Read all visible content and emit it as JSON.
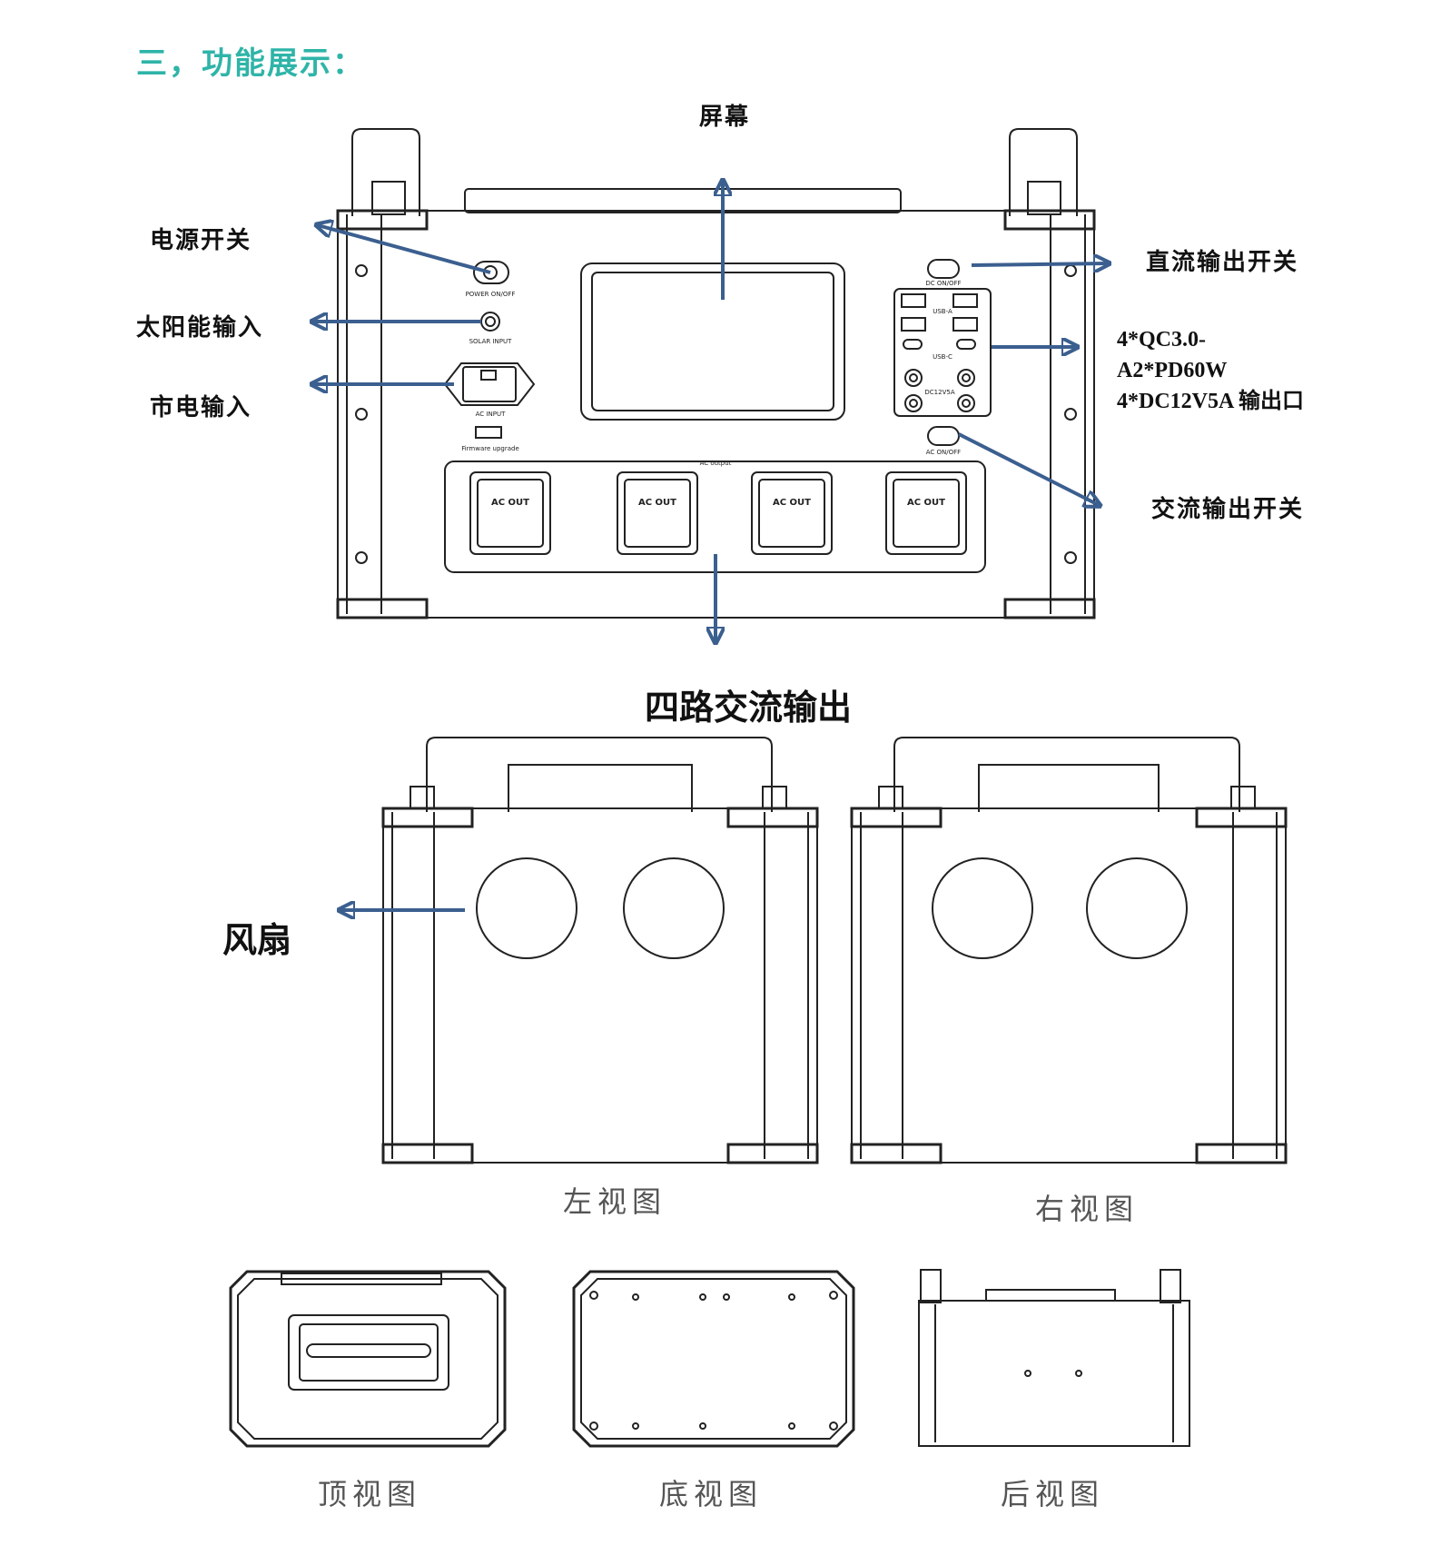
{
  "section_title": "三，功能展示：",
  "front": {
    "labels": {
      "screen": "屏幕",
      "power_switch": "电源开关",
      "solar_input": "太阳能输入",
      "mains_input": "市电输入",
      "dc_switch": "直流输出开关",
      "outputs_line1": "4*QC3.0-",
      "outputs_line2": "A2*PD60W",
      "outputs_line3": "4*DC12V5A 输出口",
      "ac_switch": "交流输出开关",
      "ac_outputs": "四路交流输出"
    },
    "panel_text": {
      "power": "POWER ON/OFF",
      "solar": "SOLAR INPUT",
      "ac_input": "AC INPUT",
      "firmware": "Firmware upgrade",
      "dc_onoff": "DC ON/OFF",
      "usb_a": "USB-A",
      "usb_c": "USB-C",
      "dc12v5a": "DC12V5A",
      "ac_onoff": "AC ON/OFF",
      "ac_output": "AC output",
      "ac_out_socket": "AC OUT"
    }
  },
  "side_views": {
    "fan_label": "风扇",
    "left_caption": "左视图",
    "right_caption": "右视图"
  },
  "other_views": {
    "top_caption": "顶视图",
    "bottom_caption": "底视图",
    "back_caption": "后视图"
  },
  "colors": {
    "heading": "#2fb4a8",
    "arrow": "#3b5f8f",
    "line": "#222222"
  }
}
